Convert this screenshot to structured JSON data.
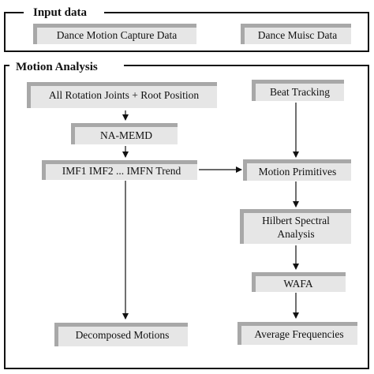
{
  "sections": {
    "input": {
      "title": "Input data"
    },
    "analysis": {
      "title": "Motion Analysis"
    }
  },
  "nodes": {
    "dance_motion": {
      "label": "Dance Motion Capture Data"
    },
    "dance_music": {
      "label": "Dance Muisc Data"
    },
    "rotation_joints": {
      "label": "All Rotation Joints + Root Position"
    },
    "beat_tracking": {
      "label": "Beat Tracking"
    },
    "na_memd": {
      "label": "NA-MEMD"
    },
    "imfs": {
      "label": "IMF1 IMF2 ... IMFN  Trend"
    },
    "motion_primitives": {
      "label": "Motion Primitives"
    },
    "hilbert": {
      "line1": "Hilbert Spectral",
      "line2": "Analysis"
    },
    "wafa": {
      "label": "WAFA"
    },
    "decomposed": {
      "label": "Decomposed Motions"
    },
    "average_freq": {
      "label": "Average Frequencies"
    }
  }
}
